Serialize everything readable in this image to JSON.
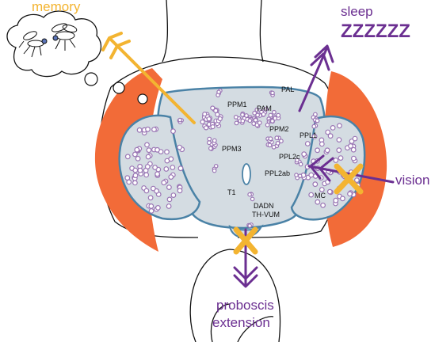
{
  "colors": {
    "eye": "#f26b38",
    "brain_fill": "#d4dce2",
    "brain_edge": "#4a82a6",
    "neuron": "#9a76b4",
    "purple": "#6b2f91",
    "orange": "#f3b431",
    "outline": "#111111"
  },
  "labels": {
    "memory": "memory",
    "sleep": "sleep",
    "zzz": "ZZZZZZ",
    "vision": "vision",
    "proboscis": "proboscis",
    "extension": "extension"
  },
  "clusters": {
    "pal": "PAL",
    "ppm1": "PPM1",
    "pam": "PAM",
    "ppm2": "PPM2",
    "ppl1": "PPL1",
    "ppm3": "PPM3",
    "ppl2c": "PPL2c",
    "ppl2ab": "PPL2ab",
    "t1": "T1",
    "mc": "MC",
    "dadn": "DADN",
    "th_vum": "TH-VUM"
  },
  "icons": {
    "memory_cloud": "thought-cloud-flies-icon",
    "memory_arrow": "orange-arrow-icon",
    "sleep_arrow": "purple-arrow-icon",
    "vision_arrow": "purple-arrow-icon",
    "vision_block": "orange-x-icon",
    "proboscis_block": "orange-x-icon",
    "proboscis_arrow": "purple-down-arrow-icon"
  }
}
